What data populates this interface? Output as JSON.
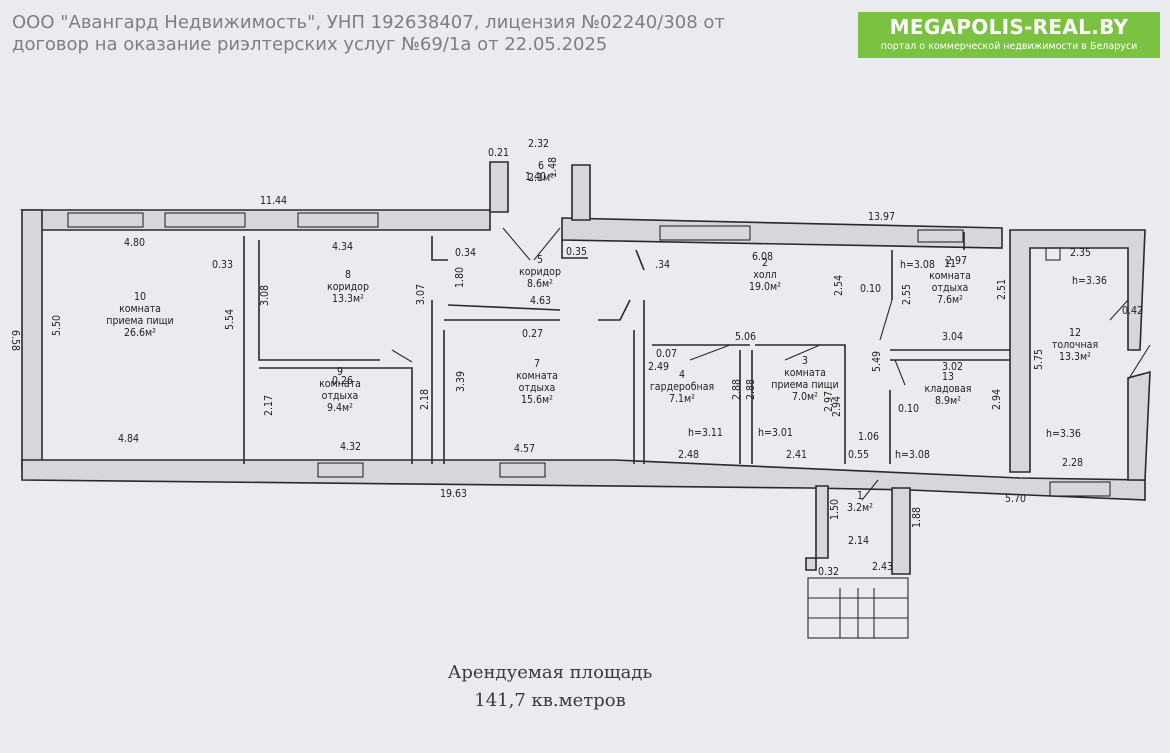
{
  "header": {
    "line1": "ООО \"Авангард Недвижимость\", УНП 192638407, лицензия №02240/308 от",
    "line2": "договор на оказание риэлтерских услуг №69/1а от 22.05.2025"
  },
  "logo": {
    "title": "MEGAPOLIS-REAL.BY",
    "subtitle": "портал о коммерческой недвижимости в Беларуси",
    "color": "#7cc242"
  },
  "rooms": [
    {
      "num": "10",
      "name": "комната\nприема пищи",
      "area": "26.6м²"
    },
    {
      "num": "8",
      "name": "коридор",
      "area": "13.3м²"
    },
    {
      "num": "9",
      "name": "комната\nотдыха",
      "area": "9.4м²"
    },
    {
      "num": "5",
      "name": "коридор",
      "area": "8.6м²"
    },
    {
      "num": "7",
      "name": "комната\nотдыха",
      "area": "15.6м²"
    },
    {
      "num": "6",
      "name": "",
      "area": "2.1м²"
    },
    {
      "num": "2",
      "name": "холл",
      "area": "19.0м²"
    },
    {
      "num": "4",
      "name": "гардеробная",
      "area": "7.1м²"
    },
    {
      "num": "3",
      "name": "комната\nприема пищи",
      "area": "7.0м²"
    },
    {
      "num": "11",
      "name": "комната\nотдыха",
      "area": "7.6м²"
    },
    {
      "num": "13",
      "name": "кладовая",
      "area": "8.9м²"
    },
    {
      "num": "12",
      "name": "толочная",
      "area": "13.3м²"
    },
    {
      "num": "1",
      "name": "",
      "area": "3.2м²"
    }
  ],
  "dimensions": [
    "2.32",
    "0.21",
    "1.40",
    "1.48",
    "11.44",
    "13.97",
    "6.58",
    "4.80",
    "4.34",
    "0.34",
    "0.35",
    "6.08",
    "0.33",
    "5.50",
    "5.54",
    "3.08",
    "3.07",
    "1.80",
    "4.63",
    "0.27",
    "2.49",
    "5.06",
    "0.07",
    "2.88",
    "2.88",
    "2.94",
    "2.97",
    "2.54",
    "0.10",
    "2.55",
    "2.51",
    "2.97",
    "3.04",
    "3.02",
    "5.49",
    "2.94",
    "0.10",
    "h=3.08",
    "h=3.08",
    "2.35",
    "h=3.36",
    "0.42",
    "5.75",
    "h=3.36",
    "2.28",
    "0.26",
    "2.17",
    "2.18",
    "3.39",
    "4.84",
    "4.32",
    "4.57",
    "2.48",
    "2.41",
    "h=3.11",
    "h=3.01",
    "1.06",
    "0.55",
    "19.63",
    "5.70",
    "1.50",
    "2.14",
    "1.88",
    "0.32",
    "2.43",
    ".34"
  ],
  "footer": {
    "line1": "Арендуемая  площадь",
    "line2": "141,7 кв.метров"
  }
}
